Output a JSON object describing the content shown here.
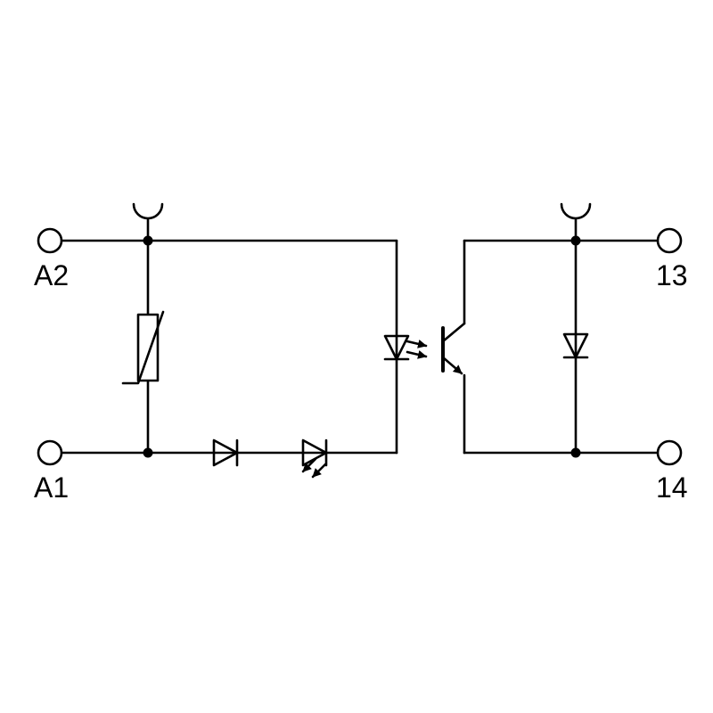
{
  "terminals": {
    "a2": {
      "label": "A2"
    },
    "a1": {
      "label": "A1"
    },
    "t13": {
      "label": "13"
    },
    "t14": {
      "label": "14"
    }
  },
  "colors": {
    "stroke": "#000000",
    "background": "#ffffff"
  },
  "components": [
    "plug-contact-left",
    "plug-contact-right",
    "varistor",
    "series-diode",
    "indicator-led",
    "optocoupler-led",
    "phototransistor",
    "output-diode"
  ]
}
